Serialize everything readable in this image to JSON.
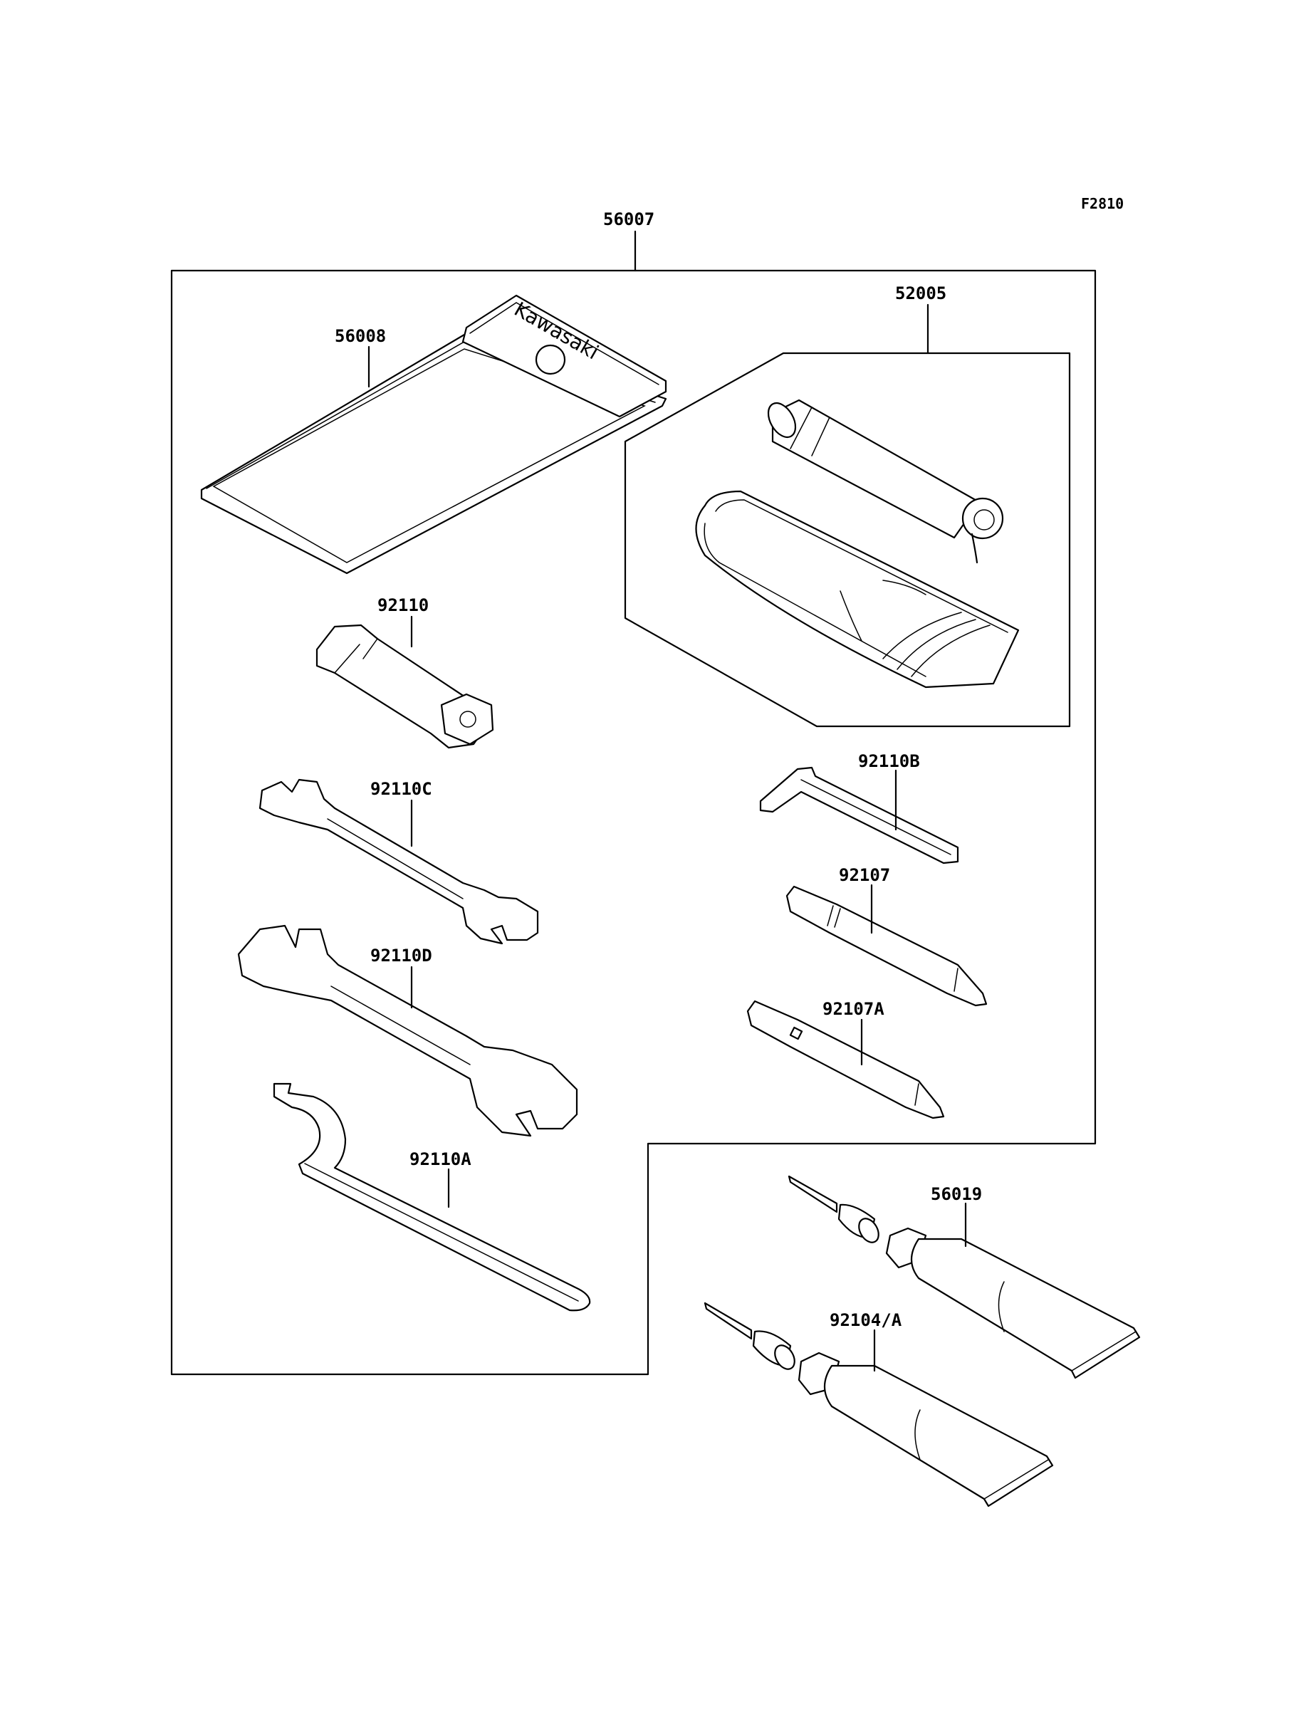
{
  "diagram_code": "F2810",
  "parts": {
    "kit": "56007",
    "tool_bag": "56008",
    "tool_bag_brand": "Kawasaki",
    "pump_kit": "52005",
    "box_wrench": "92110",
    "wrench_small": "92110C",
    "wrench_large": "92110D",
    "hook_wrench": "92110A",
    "hex_key": "92110B",
    "screwdriver_1": "92107",
    "screwdriver_2": "92107A",
    "grease_tube_1": "56019",
    "grease_tube_2": "92104/A"
  }
}
